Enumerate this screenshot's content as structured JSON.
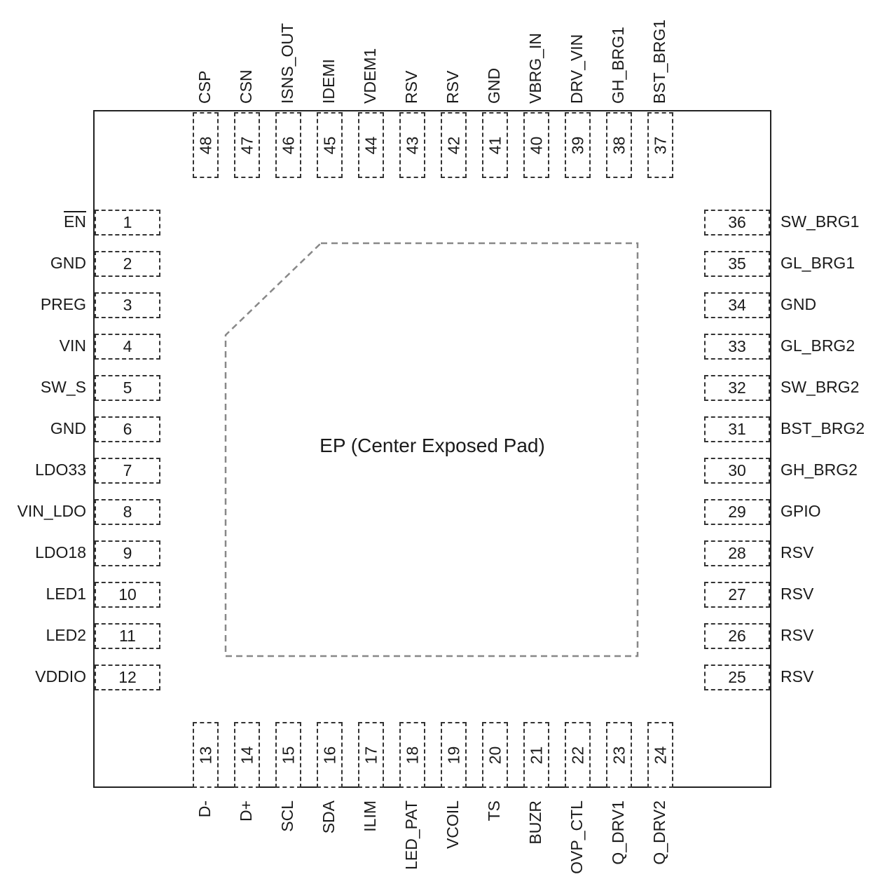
{
  "ep_label": "EP (Center Exposed Pad)",
  "pins": {
    "left": [
      {
        "num": "1",
        "name": "EN",
        "overline": true
      },
      {
        "num": "2",
        "name": "GND"
      },
      {
        "num": "3",
        "name": "PREG"
      },
      {
        "num": "4",
        "name": "VIN"
      },
      {
        "num": "5",
        "name": "SW_S"
      },
      {
        "num": "6",
        "name": "GND"
      },
      {
        "num": "7",
        "name": "LDO33"
      },
      {
        "num": "8",
        "name": "VIN_LDO"
      },
      {
        "num": "9",
        "name": "LDO18"
      },
      {
        "num": "10",
        "name": "LED1"
      },
      {
        "num": "11",
        "name": "LED2"
      },
      {
        "num": "12",
        "name": "VDDIO"
      }
    ],
    "bottom": [
      {
        "num": "13",
        "name": "D-"
      },
      {
        "num": "14",
        "name": "D+"
      },
      {
        "num": "15",
        "name": "SCL"
      },
      {
        "num": "16",
        "name": "SDA"
      },
      {
        "num": "17",
        "name": "ILIM"
      },
      {
        "num": "18",
        "name": "LED_PAT"
      },
      {
        "num": "19",
        "name": "VCOIL"
      },
      {
        "num": "20",
        "name": "TS"
      },
      {
        "num": "21",
        "name": "BUZR"
      },
      {
        "num": "22",
        "name": "OVP_CTL"
      },
      {
        "num": "23",
        "name": "Q_DRV1"
      },
      {
        "num": "24",
        "name": "Q_DRV2"
      }
    ],
    "right": [
      {
        "num": "36",
        "name": "SW_BRG1"
      },
      {
        "num": "35",
        "name": "GL_BRG1"
      },
      {
        "num": "34",
        "name": "GND"
      },
      {
        "num": "33",
        "name": "GL_BRG2"
      },
      {
        "num": "32",
        "name": "SW_BRG2"
      },
      {
        "num": "31",
        "name": "BST_BRG2"
      },
      {
        "num": "30",
        "name": "GH_BRG2"
      },
      {
        "num": "29",
        "name": "GPIO"
      },
      {
        "num": "28",
        "name": "RSV"
      },
      {
        "num": "27",
        "name": "RSV"
      },
      {
        "num": "26",
        "name": "RSV"
      },
      {
        "num": "25",
        "name": "RSV"
      }
    ],
    "top": [
      {
        "num": "48",
        "name": "CSP"
      },
      {
        "num": "47",
        "name": "CSN"
      },
      {
        "num": "46",
        "name": "ISNS_OUT"
      },
      {
        "num": "45",
        "name": "IDEMI"
      },
      {
        "num": "44",
        "name": "VDEM1"
      },
      {
        "num": "43",
        "name": "RSV"
      },
      {
        "num": "42",
        "name": "RSV"
      },
      {
        "num": "41",
        "name": "GND"
      },
      {
        "num": "40",
        "name": "VBRG_IN"
      },
      {
        "num": "39",
        "name": "DRV_VIN"
      },
      {
        "num": "38",
        "name": "GH_BRG1"
      },
      {
        "num": "37",
        "name": "BST_BRG1"
      }
    ]
  }
}
